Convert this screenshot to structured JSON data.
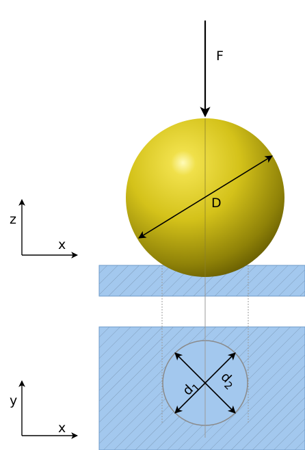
{
  "labels": {
    "force": "F",
    "diameter": "D",
    "diag1": "d1",
    "diag2": "d2",
    "front_axis_vertical": "z",
    "front_axis_horizontal": "x",
    "top_axis_vertical": "y",
    "top_axis_horizontal": "x"
  },
  "colors": {
    "ball_highlight": "#fffbb8",
    "ball_mid": "#d4c21a",
    "ball_shadow": "#5c5300",
    "specimen_fill": "#a3c8ee",
    "specimen_border": "#6e9ac8",
    "hatch": "#7f9cba",
    "impression_edge": "#8a8a8a",
    "guide_line": "#9a9a9a"
  },
  "icons": {
    "force_arrow": "down-arrow-icon",
    "axis_arrows": "arrow-icon"
  }
}
